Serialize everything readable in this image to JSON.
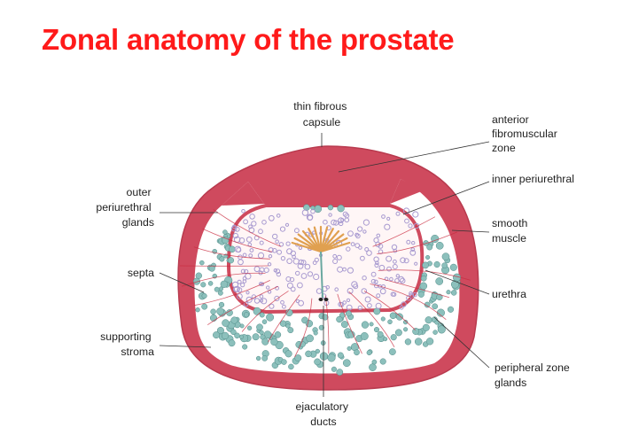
{
  "title": "Zonal anatomy of the prostate",
  "labels": {
    "capsule": [
      "thin fibrous",
      "capsule"
    ],
    "anterior_fibromuscular": [
      "anterior",
      "fibromuscular",
      "zone"
    ],
    "inner_periurethral": [
      "inner periurethral"
    ],
    "outer_periurethral": [
      "outer",
      "periurethral",
      "glands"
    ],
    "smooth_muscle": [
      "smooth",
      "muscle"
    ],
    "septa": [
      "septa"
    ],
    "urethra": [
      "urethra"
    ],
    "supporting_stroma": [
      "supporting",
      "stroma"
    ],
    "peripheral_zone": [
      "peripheral zone",
      "glands"
    ],
    "ejaculatory_ducts": [
      "ejaculatory",
      "ducts"
    ]
  },
  "colors": {
    "title": "#ff1a1a",
    "capsule": "#cf4a5e",
    "gland": "#8cc0bc",
    "inner_gland": "#a89ad0",
    "septa": "#c8283c",
    "urethra": "#e0a050"
  }
}
